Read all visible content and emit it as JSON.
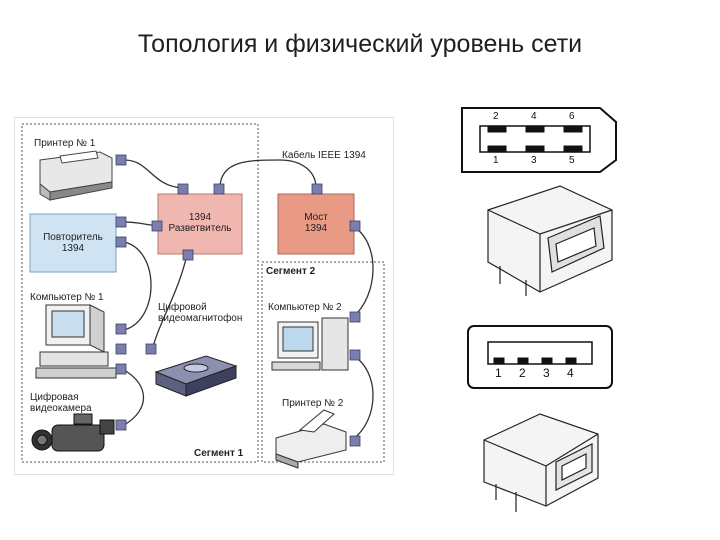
{
  "slide": {
    "title": "Топология и физический уровень сети"
  },
  "diagram": {
    "printer1": "Принтер № 1",
    "repeater": [
      "Повтори­тель",
      "1394"
    ],
    "splitter": [
      "1394",
      "Разветвитель"
    ],
    "bridge": [
      "Мост",
      "1394"
    ],
    "cable": "Кабель IEEE 1394",
    "segment2": "Сегмент 2",
    "computer1": "Компьютер № 1",
    "vcr": [
      "Цифровой",
      "видеомагнитофон"
    ],
    "computer2": "Компьютер № 2",
    "camera": [
      "Цифровая",
      "видеокамера"
    ],
    "printer2": "Принтер № 2",
    "segment1": "Сегмент 1"
  },
  "connectors": {
    "six_pin_labels_top": [
      "2",
      "4",
      "6"
    ],
    "six_pin_labels_bottom": [
      "1",
      "3",
      "5"
    ],
    "four_pin_labels": [
      "1",
      "2",
      "3",
      "4"
    ]
  },
  "colors": {
    "repeater": "#cfe3f2",
    "splitter": "#f0b7b0",
    "bridge": "#e89a84",
    "port": "#7b7fb0"
  }
}
